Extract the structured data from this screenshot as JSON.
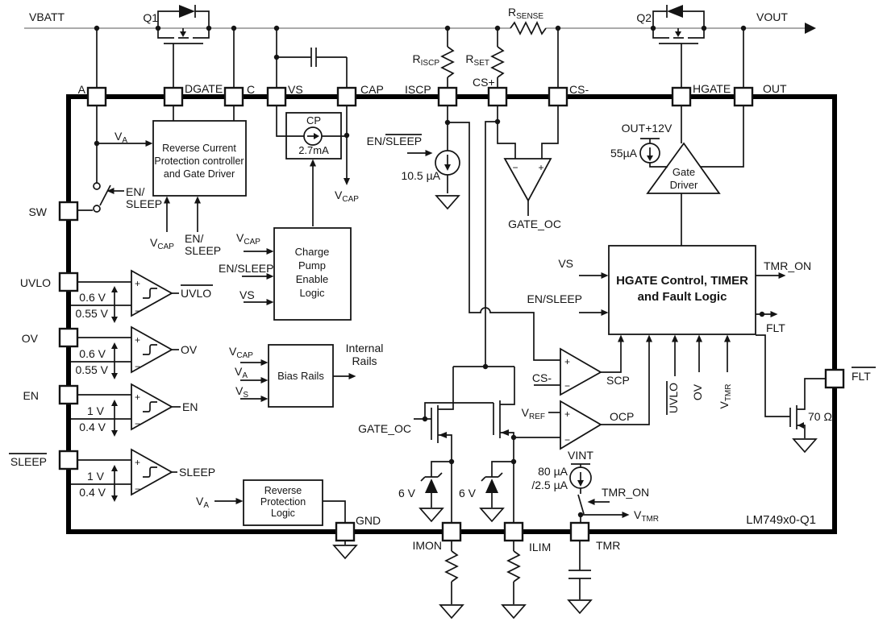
{
  "device": {
    "part": "LM749x0-Q1"
  },
  "rails": {
    "vbatt": "VBATT",
    "vout": "VOUT"
  },
  "fets": {
    "q1": "Q1",
    "q2": "Q2"
  },
  "resistors": {
    "rsense": {
      "n": "R",
      "s": "SENSE"
    },
    "riscp": {
      "n": "R",
      "s": "ISCP"
    },
    "rset": {
      "n": "R",
      "s": "SET"
    },
    "rflt": "70 Ω"
  },
  "pins": {
    "a": "A",
    "dgate": "DGATE",
    "c": "C",
    "vs": "VS",
    "cap": "CAP",
    "iscp": "ISCP",
    "csp": "CS+",
    "csm": "CS-",
    "hgate": "HGATE",
    "out": "OUT",
    "sw": "SW",
    "uvlo": "UVLO",
    "ov": "OV",
    "en": "EN",
    "sleep": "SLEEP",
    "gnd": "GND",
    "imon": "IMON",
    "ilim": "ILIM",
    "tmr": "TMR",
    "flt": "FLT"
  },
  "blocks": {
    "rcp": {
      "l1": "Reverse Current",
      "l2": "Protection controller",
      "l3": "and Gate Driver"
    },
    "cp": {
      "name": "CP",
      "value": "2.7mA"
    },
    "cpen": {
      "l1": "Charge",
      "l2": "Pump",
      "l3": "Enable",
      "l4": "Logic"
    },
    "bias": {
      "name": "Bias Rails"
    },
    "rails_out": {
      "l1": "Internal",
      "l2": "Rails"
    },
    "rpl": {
      "l1": "Reverse",
      "l2": "Protection",
      "l3": "Logic"
    },
    "hctl": {
      "l1": "HGATE Control, TIMER",
      "l2": "and Fault Logic"
    },
    "gdrv": {
      "l1": "Gate",
      "l2": "Driver"
    }
  },
  "nets": {
    "va": {
      "n": "V",
      "s": "A"
    },
    "vcap": {
      "n": "V",
      "s": "CAP"
    },
    "vssub": {
      "n": "V",
      "s": "S"
    },
    "vs": "VS",
    "ensleep": "EN/SLEEP",
    "en2": "EN/",
    "sleep2": "SLEEP",
    "gateoc": "GATE_OC",
    "vref": {
      "n": "V",
      "s": "REF"
    },
    "vint": "VINT",
    "vtmr": {
      "n": "V",
      "s": "TMR"
    },
    "tmron": "TMR_ON",
    "scp": "SCP",
    "ocp": "OCP",
    "csm": "CS-",
    "flt": "FLT",
    "uvlo": "UVLO",
    "ov": "OV",
    "out12": "OUT+12V"
  },
  "values": {
    "icp_sleep": "10.5 µA",
    "igate": "55µA",
    "itmr1": "80 µA",
    "itmr2": "/2.5 µA",
    "zener": "6 V",
    "th06": "0.6 V",
    "th055": "0.55 V",
    "th1": "1 V",
    "th04": "0.4 V"
  },
  "comp": {
    "uvlo": "UVLO",
    "ov": "OV",
    "en": "EN",
    "sleep": "SLEEP",
    "plus": "+",
    "minus": "−"
  }
}
